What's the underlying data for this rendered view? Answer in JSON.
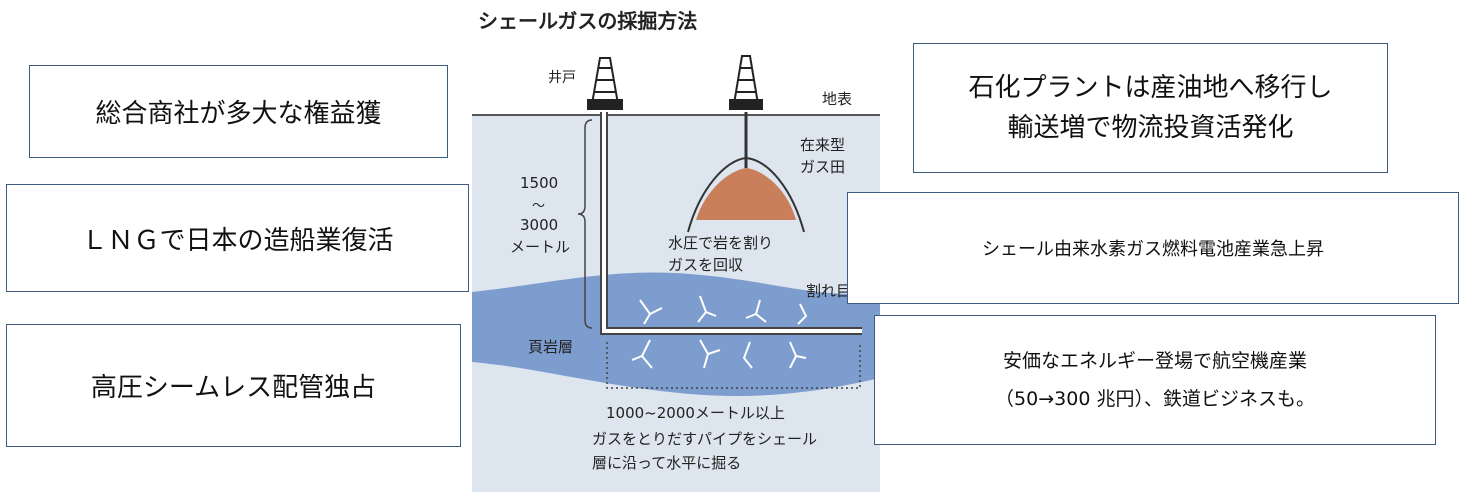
{
  "diagram": {
    "title": "シェールガスの採掘方法",
    "well_label": "井戸",
    "surface_label": "地表",
    "conventional_label": [
      "在来型",
      "ガス田"
    ],
    "depth_label": [
      "1500",
      "〜",
      "3000",
      "メートル"
    ],
    "fracture_label": [
      "水圧で岩を割り",
      "ガスを回収"
    ],
    "crack_label": "割れ目",
    "shale_label": "頁岩層",
    "horizontal_label": [
      "1000~2000メートル以上",
      "ガスをとりだすパイプをシェール",
      "層に沿って水平に掘る"
    ]
  },
  "boxes": {
    "trading": "総合商社が多大な権益獲",
    "lng": "ＬＮＧで日本の造船業復活",
    "pipe": "高圧シームレス配管独占",
    "petrochem": [
      "石化プラントは産油地へ移行し",
      "輸送増で物流投資活発化"
    ],
    "hydrogen": "シェール由来水素ガス燃料電池産業急上昇",
    "aviation": [
      "安価なエネルギー登場で航空機産業",
      "（50→300 兆円）、鉄道ビジネスも。"
    ]
  }
}
